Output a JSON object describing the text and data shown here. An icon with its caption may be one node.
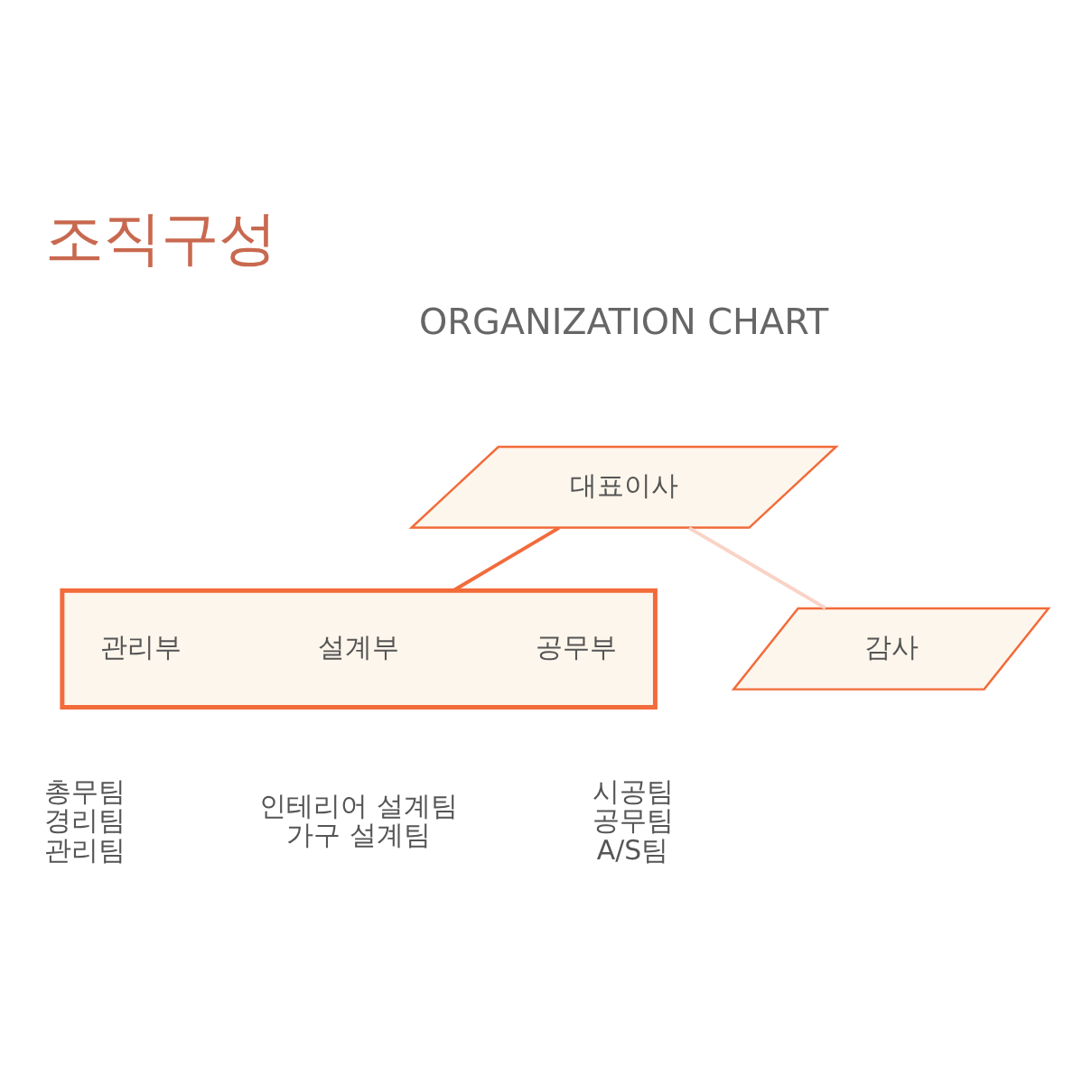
{
  "diagram": {
    "title": "조직구성",
    "nodes": [
      {
        "text": [
          "대표이사"
        ]
      },
      {
        "text": [
          "감사"
        ]
      },
      {
        "text": [],
        "shape": "band"
      },
      {
        "text": [
          "관리부"
        ],
        "in": 2,
        "beside": [
          "총무팀",
          "경리팀",
          "관리팀"
        ]
      },
      {
        "text": [
          "설계부"
        ],
        "in": 2,
        "beside": [
          "인테리어 설계팀",
          "가구 설계팀"
        ]
      },
      {
        "text": [
          "공무부"
        ],
        "in": 2,
        "beside": [
          "시공팀",
          "공무팀",
          "A/S팀"
        ]
      }
    ],
    "edges": [
      {
        "from": 0,
        "to": 1,
        "arrow": "none",
        "color": "#f9d3c6"
      },
      {
        "from": 0,
        "to": 2,
        "arrow": "none",
        "color": "#f26b3a"
      }
    ],
    "labels": [
      "ORGANIZATION CHART"
    ]
  }
}
